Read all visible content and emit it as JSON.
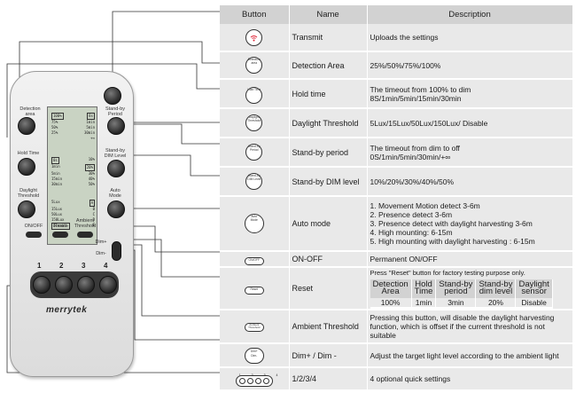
{
  "remote": {
    "brand": "merrytek",
    "labels": {
      "detection_area": "Detection\narea",
      "stand_by_period": "Stand-by\nPeriod",
      "hold_time": "Hold Time",
      "stand_by_dim_level": "Stand-by\nDIM Level",
      "daylight_threshold": "Daylight\nThreshold",
      "auto_mode": "Auto\nMode",
      "on_off": "ON/OFF",
      "reset": "Reset",
      "ambient_threshold": "Ambient\nThreshold",
      "dim_plus": "Dim+",
      "dim_minus": "Dim-"
    },
    "quick_numbers": [
      "1",
      "2",
      "3",
      "4"
    ],
    "lcd": {
      "group1": [
        [
          "100%",
          "8s"
        ],
        [
          "75%",
          "1min"
        ],
        [
          "50%",
          "5min"
        ],
        [
          "25%",
          "30min"
        ],
        [
          "",
          "+∞"
        ]
      ],
      "group2": [
        [
          "0s",
          "10%"
        ],
        [
          "1min",
          "20%"
        ],
        [
          "5min",
          "30%"
        ],
        [
          "15min",
          "40%"
        ],
        [
          "30min",
          "50%"
        ]
      ],
      "group3": [
        [
          "5Lux",
          "A"
        ],
        [
          "15Lux",
          "B"
        ],
        [
          "50Lux",
          "C"
        ],
        [
          "150Lux",
          "D"
        ],
        [
          "Disable",
          "E"
        ]
      ]
    }
  },
  "table": {
    "headers": [
      "Button",
      "Name",
      "Description"
    ],
    "rows": [
      {
        "icon": "transmit-icon",
        "icon_label": "",
        "name": "Transmit",
        "description": "Uploads the settings"
      },
      {
        "icon": "detection-area-button-icon",
        "icon_label": "Detection\narea",
        "name": "Detection Area",
        "description": "25%/50%/75%/100%"
      },
      {
        "icon": "hold-time-button-icon",
        "icon_label": "Hold Time",
        "name": "Hold time",
        "description": "The timeout from 100% to dim\n8S/1min/5min/15min/30min"
      },
      {
        "icon": "daylight-threshold-button-icon",
        "icon_label": "Daylight\nThreshold",
        "name": "Daylight Threshold",
        "description": "5Lux/15Lux/50Lux/150Lux/ Disable"
      },
      {
        "icon": "stand-by-period-button-icon",
        "icon_label": "Stand-by\nPeriod",
        "name": "Stand-by period",
        "description": "The timeout from dim to off\n0S/1min/5min/30min/+∞"
      },
      {
        "icon": "stand-by-dim-level-button-icon",
        "icon_label": "Stand-by\nDIM Level",
        "name": "Stand-by DIM level",
        "description": "10%/20%/30%/40%/50%"
      },
      {
        "icon": "auto-mode-button-icon",
        "icon_label": "Auto\nMode",
        "name": "Auto mode",
        "description_list": [
          "1. Movement Motion detect  3-6m",
          "2. Presence detect 3-6m",
          "3. Presence detect with daylight harvesting 3-6m",
          "4. High mounting: 6-15m",
          "5. High mounting with daylight harvesting : 6-15m"
        ]
      },
      {
        "icon": "on-off-button-icon",
        "icon_label": "ON/OFF",
        "name": "ON-OFF",
        "description": "Permanent ON/OFF"
      },
      {
        "icon": "reset-button-icon",
        "icon_label": "Reset",
        "name": "Reset",
        "description": "Press \"Reset\" button for factory testing purpose only.",
        "sub_table": {
          "headers": [
            "Detection\nArea",
            "Hold\nTime",
            "Stand-by\nperiod",
            "Stand-by\ndim level",
            "Daylight\nsensor"
          ],
          "values": [
            "100%",
            "1min",
            "3min",
            "20%",
            "Disable"
          ]
        }
      },
      {
        "icon": "ambient-threshold-button-icon",
        "icon_label": "Ambient\nThreshold",
        "name": "Ambient Threshold",
        "description": "Pressing this button, will disable the daylight harvesting function, which is offset if the current threshold is not suitable"
      },
      {
        "icon": "dim-plus-minus-button-icon",
        "icon_label": "Dim+\nDim-",
        "name": "Dim+ / Dim -",
        "description": "Adjust the target light level according to the ambient light"
      },
      {
        "icon": "quick-settings-buttons-icon",
        "icon_label": "1 2 3 4",
        "name": "1/2/3/4",
        "description": "4 optional quick settings"
      }
    ]
  }
}
